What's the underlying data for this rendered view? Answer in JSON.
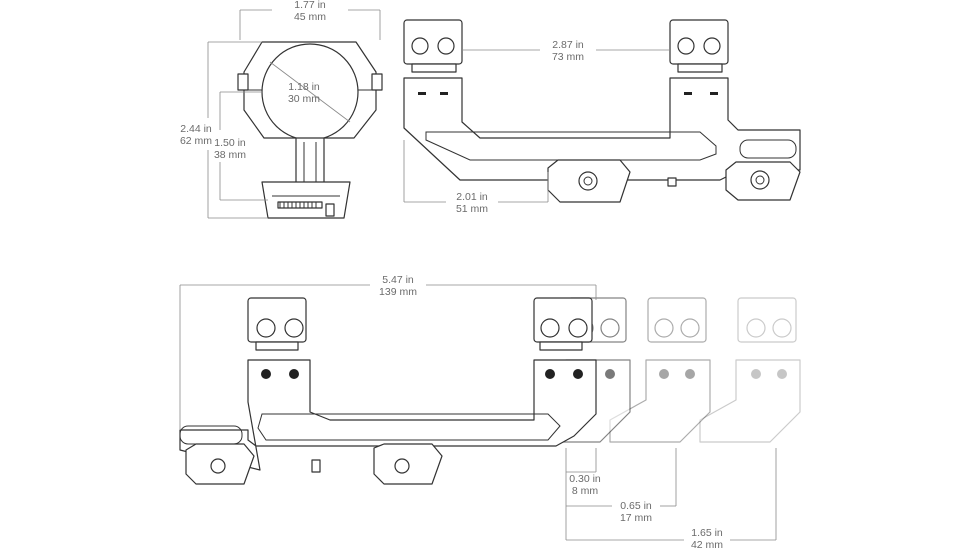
{
  "dimensions": {
    "ring_width": {
      "in": "1.77 in",
      "mm": "45 mm"
    },
    "ring_diameter": {
      "in": "1.18 in",
      "mm": "30 mm"
    },
    "total_height": {
      "in": "2.44 in",
      "mm": "62 mm"
    },
    "center_height": {
      "in": "1.50 in",
      "mm": "38 mm"
    },
    "ring_spacing": {
      "in": "2.87 in",
      "mm": "73 mm"
    },
    "base_length": {
      "in": "2.01 in",
      "mm": "51 mm"
    },
    "overall_length": {
      "in": "5.47 in",
      "mm": "139 mm"
    },
    "offset_1": {
      "in": "0.30 in",
      "mm": "8 mm"
    },
    "offset_2": {
      "in": "0.65 in",
      "mm": "17 mm"
    },
    "offset_3": {
      "in": "1.65 in",
      "mm": "42 mm"
    }
  },
  "colors": {
    "ink": "#333333",
    "dimension": "#8a8a8a",
    "text": "#6b6b6b",
    "background": "#ffffff"
  }
}
